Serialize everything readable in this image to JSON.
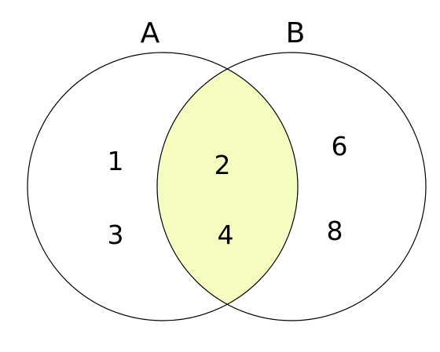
{
  "venn": {
    "sets": [
      {
        "label": "A",
        "only_elements": [
          "1",
          "3"
        ]
      },
      {
        "label": "B",
        "only_elements": [
          "6",
          "8"
        ]
      }
    ],
    "intersection": {
      "elements": [
        "2",
        "4"
      ]
    },
    "colors": {
      "intersection_fill": "#f5fcbf",
      "outline": "#000000",
      "background": "#ffffff"
    }
  }
}
